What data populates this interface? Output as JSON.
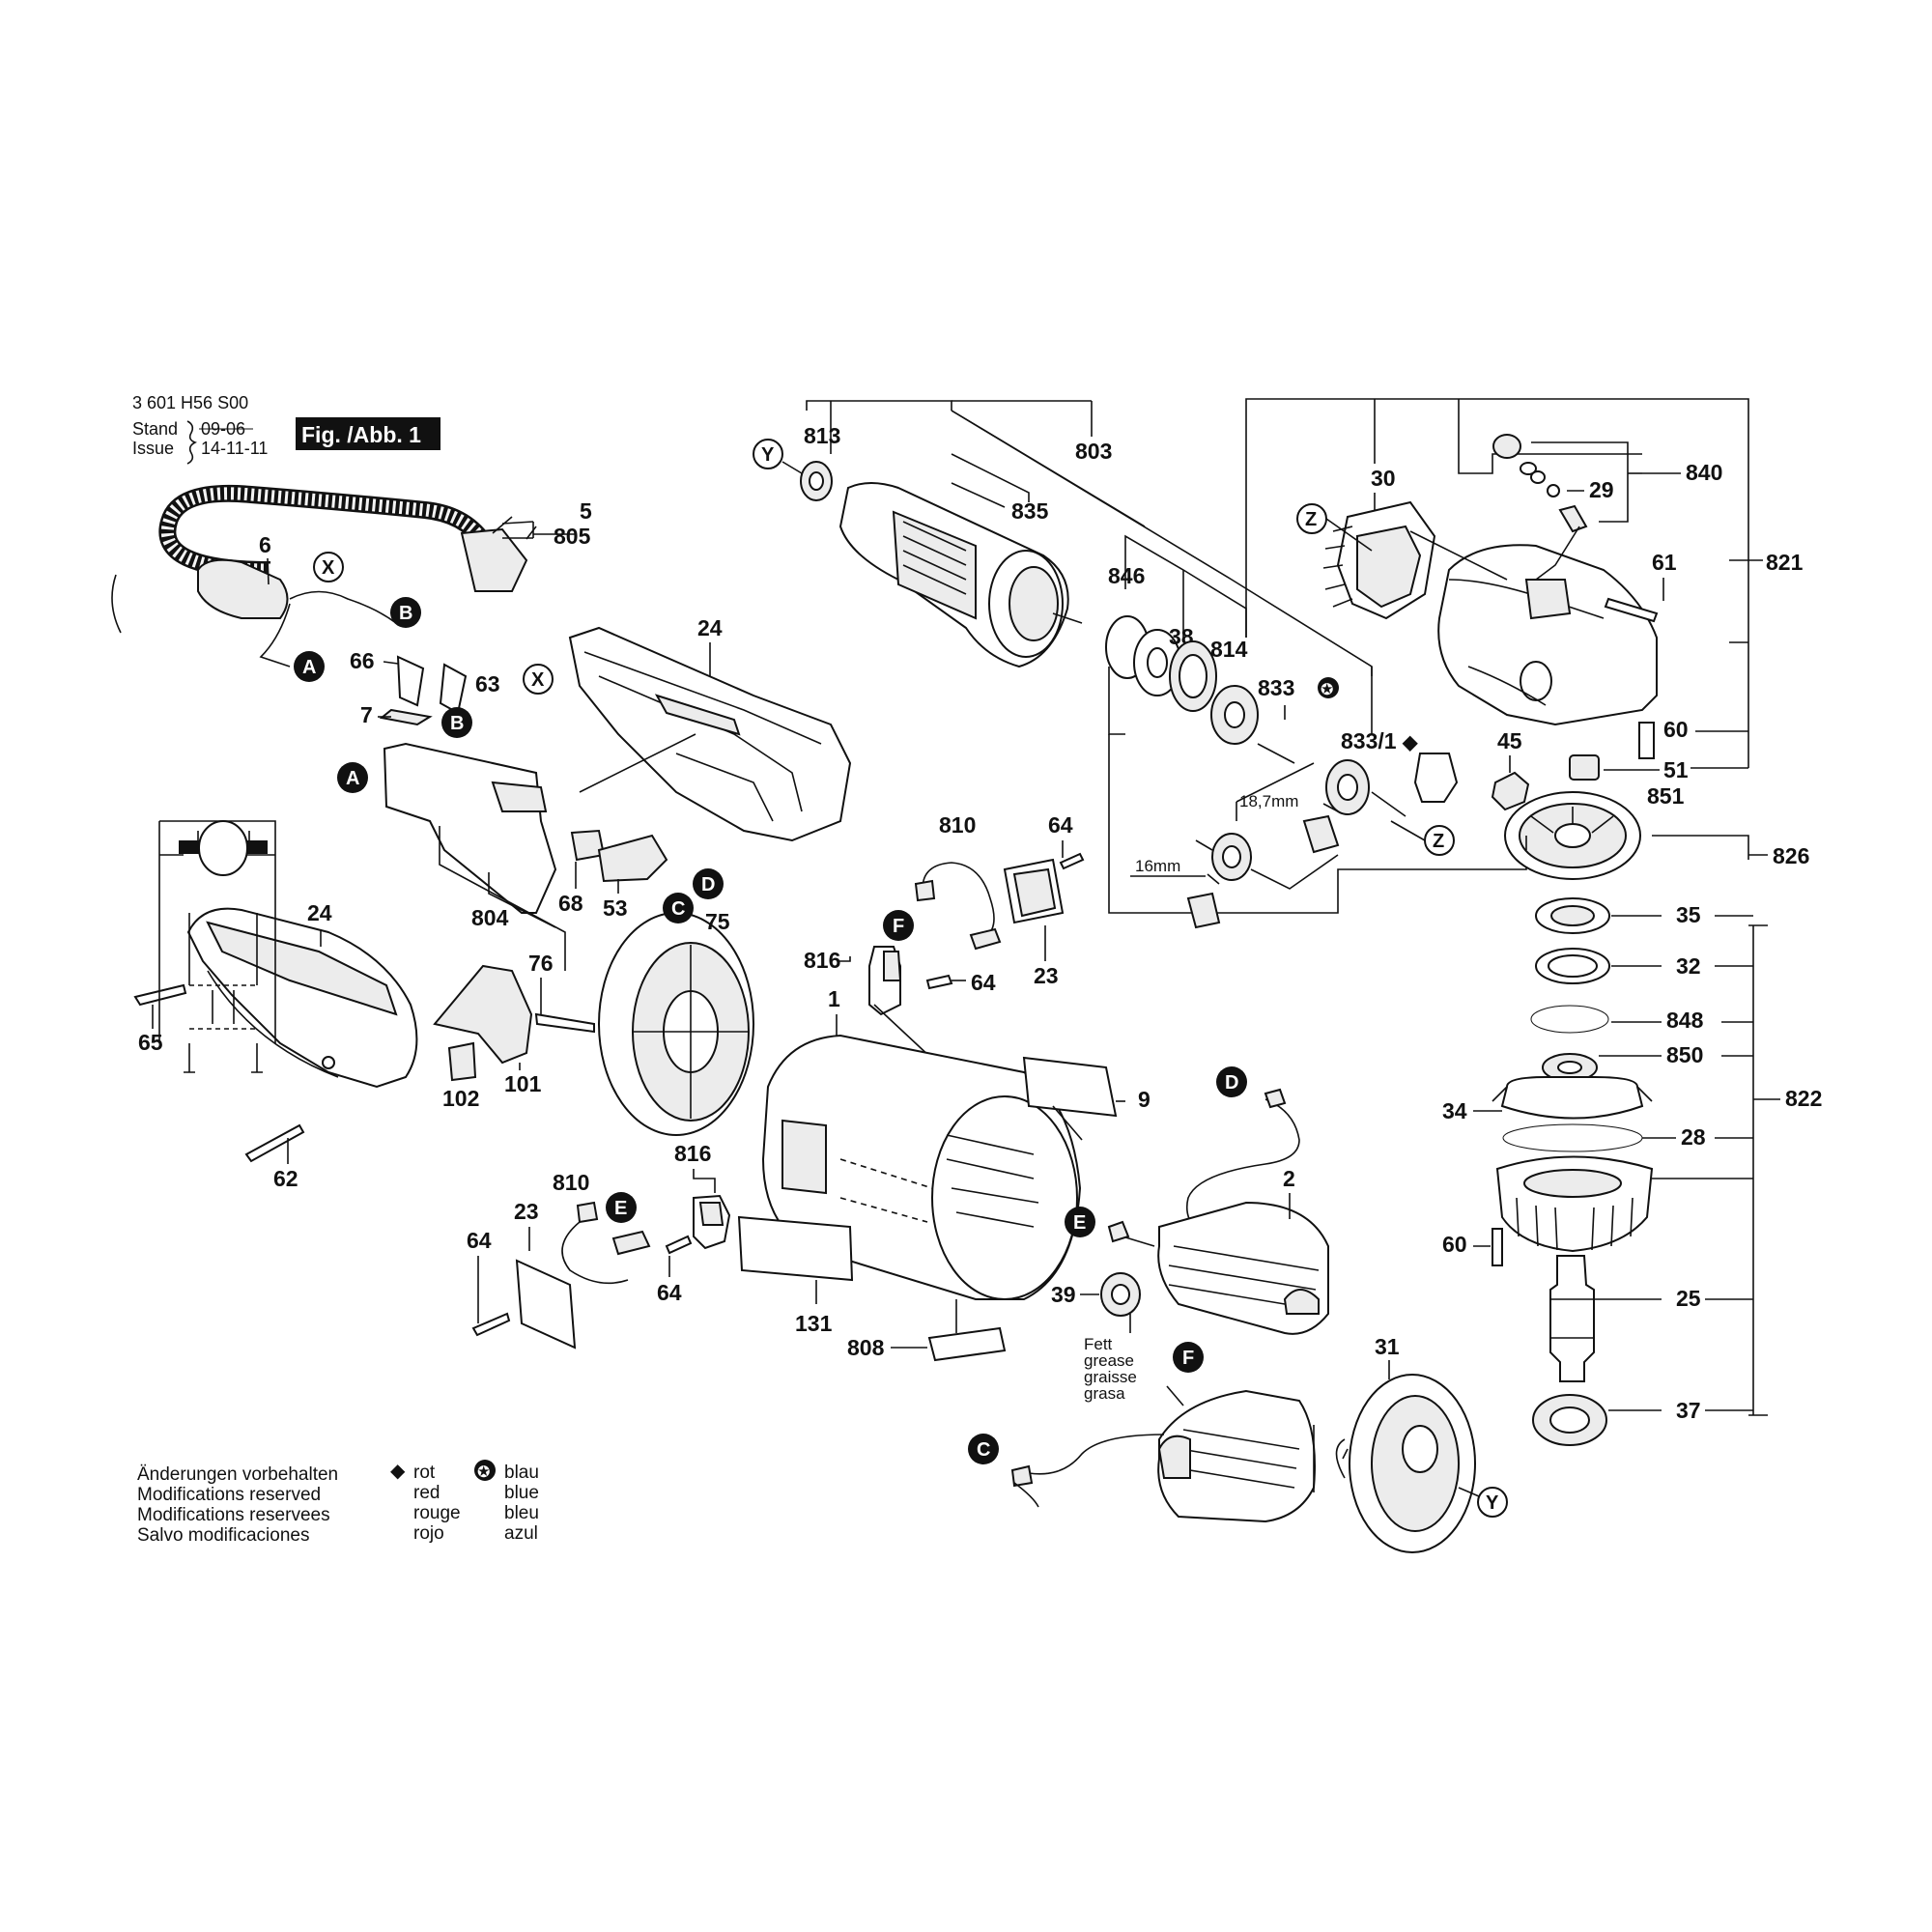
{
  "header": {
    "doc_number": "3 601 H56 S00",
    "stand_label": "Stand",
    "issue_label": "Issue",
    "stand_date": "09-06",
    "issue_date": "14-11-11",
    "figure_label": "Fig. /Abb. 1"
  },
  "parts": {
    "p5": "5",
    "p805": "805",
    "p6": "6",
    "p24a": "24",
    "p66": "66",
    "p63": "63",
    "p7": "7",
    "p804": "804",
    "p68": "68",
    "p53": "53",
    "p75": "75",
    "p24b": "24",
    "p65": "65",
    "p76": "76",
    "p102": "102",
    "p101": "101",
    "p62": "62",
    "p813": "813",
    "p803": "803",
    "p835": "835",
    "p846": "846",
    "p38": "38",
    "p814": "814",
    "p833": "833",
    "p8331": "833/1",
    "p30": "30",
    "p840": "840",
    "p29": "29",
    "p61": "61",
    "p821": "821",
    "p60a": "60",
    "p45": "45",
    "p51": "51",
    "p851": "851",
    "p826": "826",
    "p810a": "810",
    "p64a": "64",
    "p23a": "23",
    "p816a": "816",
    "p64b": "64",
    "p1": "1",
    "p9": "9",
    "p35": "35",
    "p32": "32",
    "p848": "848",
    "p850": "850",
    "p822": "822",
    "p34": "34",
    "p28": "28",
    "p60b": "60",
    "p25": "25",
    "p37": "37",
    "p816b": "816",
    "p810b": "810",
    "p23b": "23",
    "p64c": "64",
    "p64d": "64",
    "p131": "131",
    "p808": "808",
    "p2": "2",
    "p39": "39",
    "p31": "31"
  },
  "dimensions": {
    "d187": "18,7mm",
    "d16": "16mm"
  },
  "connectors": {
    "a": "A",
    "b": "B",
    "c": "C",
    "d": "D",
    "e": "E",
    "f": "F",
    "x": "X",
    "y": "Y",
    "z": "Z"
  },
  "grease_note": [
    "Fett",
    "grease",
    "graisse",
    "grasa"
  ],
  "legend": {
    "changes": [
      "Änderungen vorbehalten",
      "Modifications reserved",
      "Modifications reservees",
      "Salvo modificaciones"
    ],
    "red": [
      "rot",
      "red",
      "rouge",
      "rojo"
    ],
    "blue": [
      "blau",
      "blue",
      "bleu",
      "azul"
    ],
    "red_symbol": "◆",
    "blue_symbol": "✪"
  }
}
